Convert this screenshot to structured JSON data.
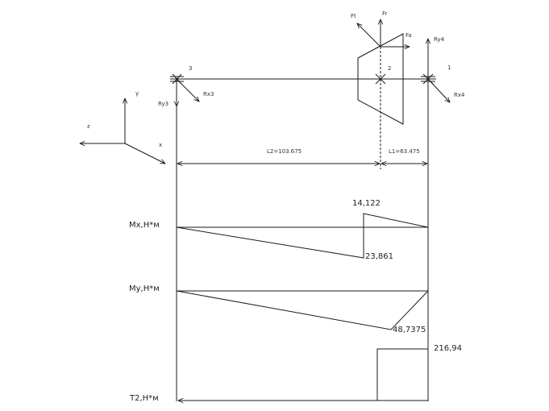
{
  "forces": {
    "ft": "Ft",
    "fr": "Fr",
    "fa": "Fa",
    "ry4": "Ry4",
    "rx4": "Rx4",
    "ry3": "Ry3",
    "rx3": "Rx3"
  },
  "points": {
    "p1": "1",
    "p2": "2",
    "p3": "3"
  },
  "axes": {
    "x": "x",
    "y": "y",
    "z": "z"
  },
  "dims": {
    "l2": "L2=103.675",
    "l1": "L1=63.475"
  },
  "diagrams": {
    "mx": {
      "label": "Mx,Н*м",
      "top_value": "14,122",
      "bottom_value": "23,861"
    },
    "my": {
      "label": "My,Н*м",
      "value": "48,7375"
    },
    "t2": {
      "label": "T2,Н*м",
      "value": "216,94"
    }
  }
}
